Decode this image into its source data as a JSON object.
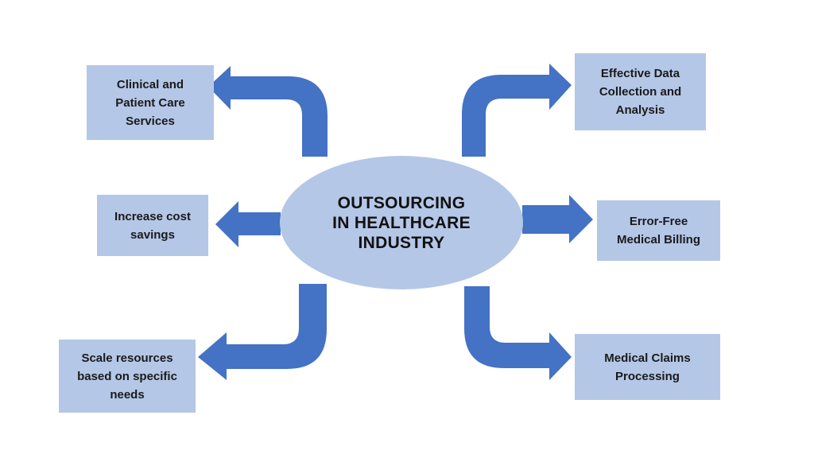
{
  "diagram": {
    "type": "hub-and-spoke",
    "colors": {
      "background": "#ffffff",
      "node_fill": "#b4c7e7",
      "arrow_fill": "#4472c4",
      "text": "#1a1a1a"
    },
    "center": {
      "label": "OUTSOURCING\nIN HEALTHCARE\nINDUSTRY",
      "shape": "ellipse"
    },
    "nodes": [
      {
        "id": "top-left",
        "label": "Clinical and\nPatient Care\nServices",
        "arrow": "curved-up-left"
      },
      {
        "id": "top-right",
        "label": "Effective Data\nCollection and\nAnalysis",
        "arrow": "curved-up-right"
      },
      {
        "id": "middle-left",
        "label": "Increase cost\nsavings",
        "arrow": "straight-left"
      },
      {
        "id": "middle-right",
        "label": "Error-Free\nMedical Billing",
        "arrow": "straight-right"
      },
      {
        "id": "bottom-left",
        "label": "Scale resources\nbased on specific\nneeds",
        "arrow": "curved-down-left"
      },
      {
        "id": "bottom-right",
        "label": "Medical Claims\nProcessing",
        "arrow": "curved-down-right"
      }
    ]
  }
}
